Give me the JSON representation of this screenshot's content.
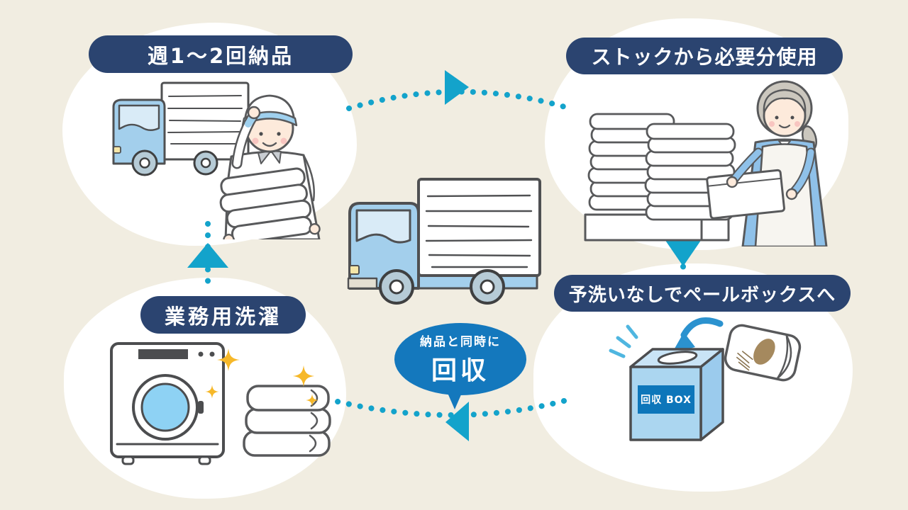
{
  "diagram": {
    "type": "cycle",
    "direction": "clockwise",
    "subject": "linen delivery and collection cycle"
  },
  "steps": [
    {
      "id": "delivery",
      "label": "週1〜2回納品",
      "position": "top-left"
    },
    {
      "id": "stock-use",
      "label": "ストックから必要分使用",
      "position": "top-right"
    },
    {
      "id": "pail-box",
      "label": "予洗いなしでペールボックスへ",
      "position": "bottom-right"
    },
    {
      "id": "laundry",
      "label": "業務用洗濯",
      "position": "bottom-left"
    }
  ],
  "center_bubble": {
    "line1": "納品と同時に",
    "line2": "回収"
  },
  "collection_box": {
    "label": "回収 BOX"
  },
  "colors": {
    "background": "#f1ede1",
    "panel_white": "#ffffff",
    "label_navy": "#2b4470",
    "arrow_teal": "#13a3cb",
    "bubble_blue": "#1478bd",
    "box_light_blue": "#abd6f0",
    "box_label_blue": "#0d76ba",
    "illustration_blue": "#a3cfec",
    "sparkle_gold": "#f6b829",
    "outline_gray": "#58595b",
    "stain_brown": "#a5895e"
  }
}
